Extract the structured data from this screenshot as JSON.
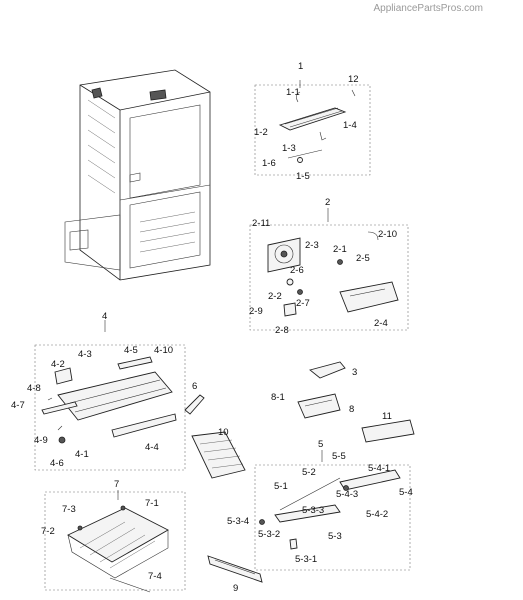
{
  "header": {
    "watermark": "AppliancePartsPros.com"
  },
  "callouts": {
    "c1": "1",
    "c1_1": "1-1",
    "c12": "12",
    "c1_2": "1-2",
    "c1_4": "1-4",
    "c1_3": "1-3",
    "c1_6": "1-6",
    "c1_5": "1-5",
    "c2": "2",
    "c2_11": "2-11",
    "c2_10": "2-10",
    "c2_3": "2-3",
    "c2_1": "2-1",
    "c2_5": "2-5",
    "c2_6": "2-6",
    "c2_2": "2-2",
    "c2_7": "2-7",
    "c2_9": "2-9",
    "c2_8": "2-8",
    "c2_4": "2-4",
    "c4": "4",
    "c4_3": "4-3",
    "c4_5": "4-5",
    "c4_10": "4-10",
    "c4_2": "4-2",
    "c4_8": "4-8",
    "c4_7": "4-7",
    "c4_9": "4-9",
    "c4_6": "4-6",
    "c4_1": "4-1",
    "c4_4": "4-4",
    "c3": "3",
    "c6": "6",
    "c8_1": "8-1",
    "c8": "8",
    "c11": "11",
    "c10": "10",
    "c5": "5",
    "c5_5": "5-5",
    "c5_4_1": "5-4-1",
    "c5_2": "5-2",
    "c5_1": "5-1",
    "c5_4_3": "5-4-3",
    "c5_4": "5-4",
    "c5_3_3": "5-3-3",
    "c5_4_2": "5-4-2",
    "c5_3_4": "5-3-4",
    "c5_3_2": "5-3-2",
    "c5_3": "5-3",
    "c5_3_1": "5-3-1",
    "c7": "7",
    "c7_3": "7-3",
    "c7_1": "7-1",
    "c7_2": "7-2",
    "c7_4": "7-4",
    "c9": "9"
  }
}
